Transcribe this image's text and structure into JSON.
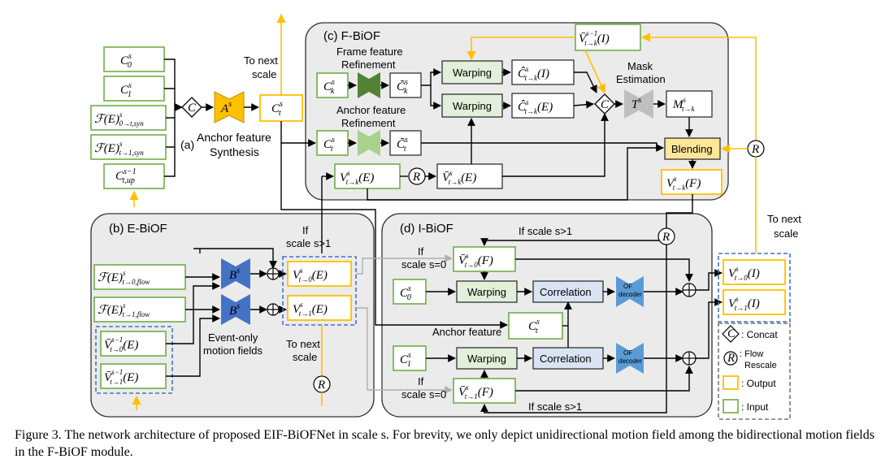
{
  "colors": {
    "input_border": "#70ad47",
    "output_border": "#ffc000",
    "group_dash": "#4472c4",
    "module_bg": "#ebebeb",
    "warping_fill": "#e2efda",
    "correlation_fill": "#dae3f3",
    "blending_fill": "#ffe699",
    "network_blue": "#4472c4",
    "refine_green": "#548235",
    "mask_gray": "#bfbfbf"
  },
  "modules": {
    "fbiof": "(c) F-BiOF",
    "ebiof": "(b) E-BiOF",
    "ibiof": "(d) I-BiOF"
  },
  "anchor": {
    "tag": "(a)",
    "caption_line1": "Anchor feature",
    "caption_line2": "Synthesis",
    "to_next_scale_1": "To next",
    "to_next_scale_2": "scale"
  },
  "fbiof": {
    "frame_refine_1": "Frame feature",
    "frame_refine_2": "Refinement",
    "anchor_refine_1": "Anchor feature",
    "anchor_refine_2": "Refinement",
    "warping": "Warping",
    "mask_1": "Mask",
    "mask_2": "Estimation",
    "blending": "Blending"
  },
  "ebiof": {
    "if_1": "If",
    "if_2": "scale s>1",
    "event_only_1": "Event-only",
    "event_only_2": "motion fields",
    "to_next_1": "To next",
    "to_next_2": "scale"
  },
  "ibiof": {
    "if_top": "If scale s>1",
    "if_s0_a_1": "If",
    "if_s0_a_2": "scale s=0",
    "if_s0_b_1": "If",
    "if_s0_b_2": "scale s=0",
    "if_bottom": "If scale s>1",
    "warping": "Warping",
    "correlation": "Correlation",
    "of_1": "OF",
    "of_2": "decoder",
    "anchor_feature": "Anchor feature",
    "to_next_1": "To next",
    "to_next_2": "scale"
  },
  "legend": {
    "concat_symbol": "C",
    "concat": ": Concat",
    "rescale_symbol": "R",
    "flow": ": Flow",
    "rescale": "Rescale",
    "output": ": Output",
    "input": ": Input"
  },
  "caption": "Figure 3. The network architecture of proposed EIF-BiOFNet in scale s. For brevity, we only depict unidirectional motion field among the bidirectional motion fields in the F-BiOF module."
}
